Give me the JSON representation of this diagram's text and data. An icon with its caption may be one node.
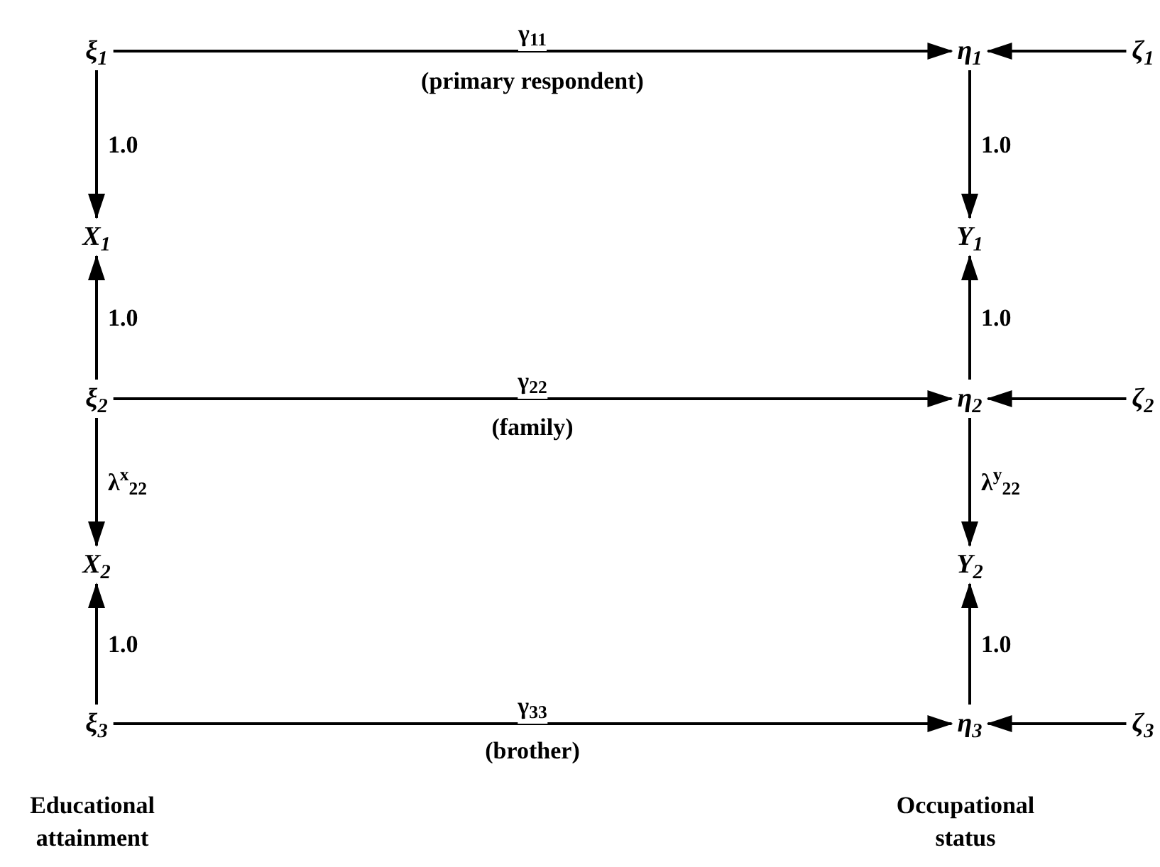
{
  "diagram": {
    "nodes": [
      {
        "text": [
          "ξ$_{1}$"
        ]
      },
      {
        "text": [
          "η$_{1}$"
        ]
      },
      {
        "text": [
          "ζ$_{1}$"
        ]
      },
      {
        "text": [
          "X$_{1}$"
        ]
      },
      {
        "text": [
          "Y$_{1}$"
        ]
      },
      {
        "text": [
          "ξ$_{2}$"
        ]
      },
      {
        "text": [
          "η$_{2}$"
        ]
      },
      {
        "text": [
          "ζ$_{2}$"
        ]
      },
      {
        "text": [
          "X$_{2}$"
        ]
      },
      {
        "text": [
          "Y$_{2}$"
        ]
      },
      {
        "text": [
          "ξ$_{3}$"
        ]
      },
      {
        "text": [
          "η$_{3}$"
        ]
      },
      {
        "text": [
          "ζ$_{3}$"
        ]
      }
    ],
    "edges": [
      {
        "from": 0,
        "to": 1,
        "arrow": "to",
        "label": "γ$_{11}$"
      },
      {
        "from": 2,
        "to": 1,
        "arrow": "to"
      },
      {
        "from": 0,
        "to": 3,
        "arrow": "to",
        "label": "1.0"
      },
      {
        "from": 1,
        "to": 4,
        "arrow": "to",
        "label": "1.0"
      },
      {
        "from": 5,
        "to": 3,
        "arrow": "to",
        "label": "1.0"
      },
      {
        "from": 6,
        "to": 4,
        "arrow": "to",
        "label": "1.0"
      },
      {
        "from": 5,
        "to": 6,
        "arrow": "to",
        "label": "γ$_{22}$"
      },
      {
        "from": 7,
        "to": 6,
        "arrow": "to"
      },
      {
        "from": 5,
        "to": 8,
        "arrow": "to",
        "label": "λ$^{x}$$_{22}$"
      },
      {
        "from": 6,
        "to": 9,
        "arrow": "to",
        "label": "λ$^{y}$$_{22}$"
      },
      {
        "from": 10,
        "to": 8,
        "arrow": "to",
        "label": "1.0"
      },
      {
        "from": 11,
        "to": 9,
        "arrow": "to",
        "label": "1.0"
      },
      {
        "from": 10,
        "to": 11,
        "arrow": "to",
        "label": "γ$_{33}$"
      },
      {
        "from": 12,
        "to": 11,
        "arrow": "to"
      }
    ],
    "labels": [
      "(primary respondent)",
      "(family)",
      "(brother)",
      "Educational attainment",
      "Occupational status"
    ]
  }
}
